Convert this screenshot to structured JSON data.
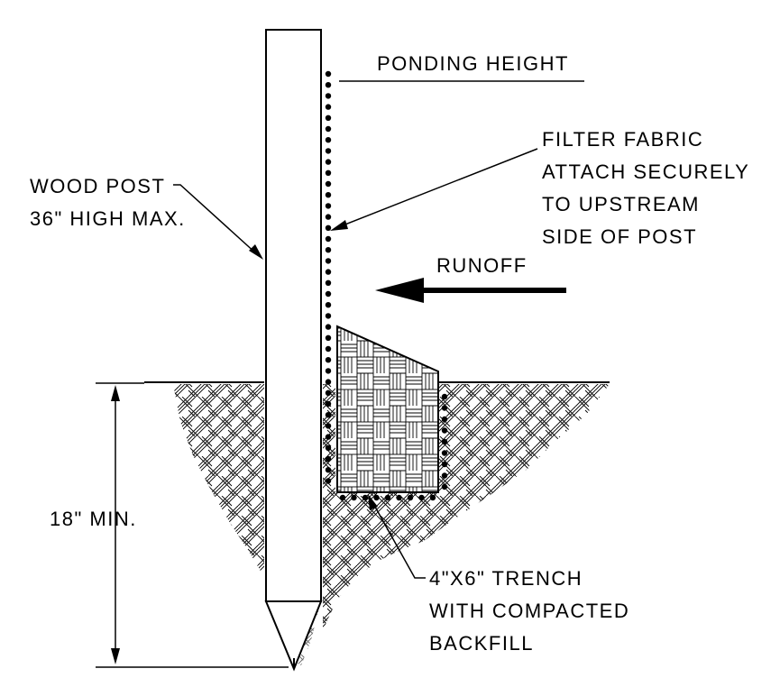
{
  "labels": {
    "ponding_height": "PONDING HEIGHT",
    "filter_fabric": {
      "line1": "FILTER FABRIC",
      "line2": "ATTACH SECURELY",
      "line3": "TO UPSTREAM",
      "line4": "SIDE OF POST"
    },
    "wood_post": {
      "line1": "WOOD POST",
      "line2": "36\" HIGH MAX."
    },
    "runoff": "RUNOFF",
    "depth": "18\" MIN.",
    "trench": {
      "line1": "4\"X6\" TRENCH",
      "line2": "WITH COMPACTED",
      "line3": "BACKFILL"
    }
  },
  "colors": {
    "line": "#000000",
    "background": "#ffffff"
  }
}
